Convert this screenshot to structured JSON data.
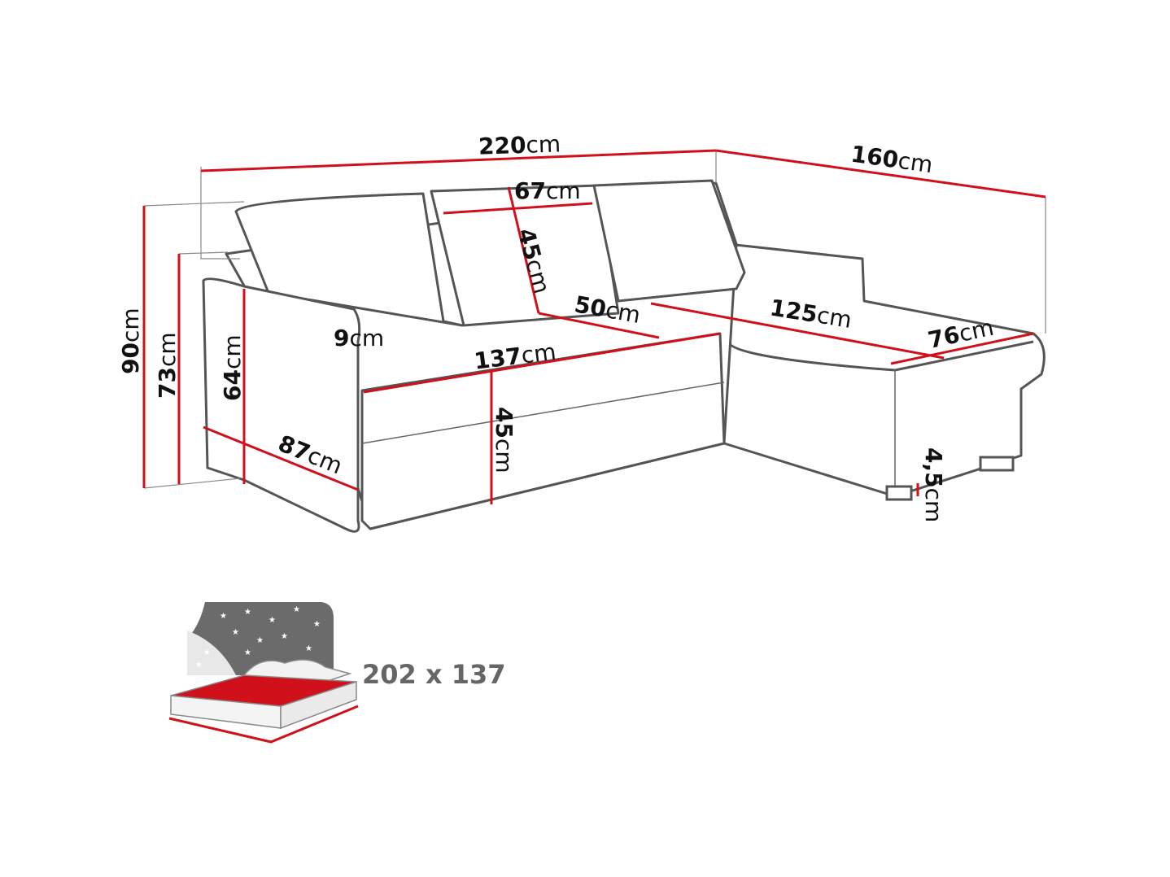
{
  "dimensions": {
    "total_width": {
      "value": "220",
      "unit": "cm"
    },
    "chaise_length": {
      "value": "160",
      "unit": "cm"
    },
    "cushion_width": {
      "value": "67",
      "unit": "cm"
    },
    "cushion_height": {
      "value": "45",
      "unit": "cm"
    },
    "seat_depth": {
      "value": "50",
      "unit": "cm"
    },
    "chaise_seat_length": {
      "value": "125",
      "unit": "cm"
    },
    "chaise_width": {
      "value": "76",
      "unit": "cm"
    },
    "armrest_width": {
      "value": "9",
      "unit": "cm"
    },
    "seat_width": {
      "value": "137",
      "unit": "cm"
    },
    "seat_height": {
      "value": "45",
      "unit": "cm"
    },
    "total_height": {
      "value": "90",
      "unit": "cm"
    },
    "back_height": {
      "value": "73",
      "unit": "cm"
    },
    "armrest_height": {
      "value": "64",
      "unit": "cm"
    },
    "depth": {
      "value": "87",
      "unit": "cm"
    },
    "leg_height": {
      "value": "4,5",
      "unit": "cm"
    }
  },
  "bed": {
    "size": "202 x 137"
  },
  "colors": {
    "dimension_line": "#d0101a",
    "outline": "#555555",
    "mattress": "#d0101a"
  }
}
